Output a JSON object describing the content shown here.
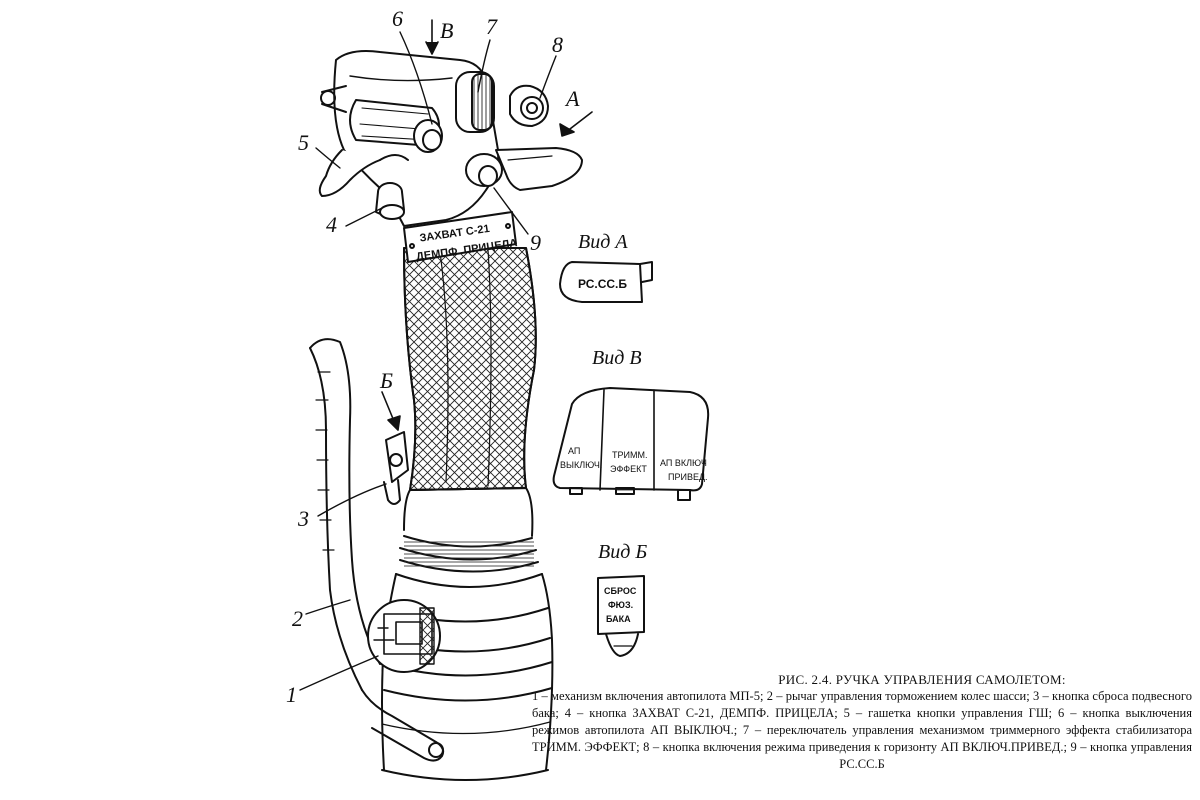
{
  "callouts": {
    "n1": "1",
    "n2": "2",
    "n3": "3",
    "n4": "4",
    "n5": "5",
    "n6": "6",
    "n7": "7",
    "n8": "8",
    "n9": "9",
    "arrowA": "А",
    "arrowB": "Б",
    "arrowV": "В"
  },
  "plate": {
    "line1": "ЗАХВАТ С-21",
    "line2": "ДЕМПФ. ПРИЦЕЛА"
  },
  "views": {
    "vidA": {
      "title": "Вид А",
      "label": "РС.СС.Б"
    },
    "vidV": {
      "title": "Вид В",
      "left": [
        "АП",
        "ВЫКЛЮЧ."
      ],
      "middle": [
        "ТРИММ.",
        "ЭФФЕКТ"
      ],
      "right": [
        "АП ВКЛЮЧ",
        "ПРИВЕД."
      ]
    },
    "vidB": {
      "title": "Вид Б",
      "label": [
        "СБРОС",
        "ФЮЗ.",
        "БАКА"
      ]
    }
  },
  "caption": {
    "title": "РИС. 2.4. РУЧКА УПРАВЛЕНИЯ САМОЛЕТОМ:",
    "text": "1 – механизм включения автопилота МП-5; 2 – рычаг управления торможением колес шасси; 3 – кнопка сброса подвесного бака; 4 – кнопка ЗАХВАТ С-21, ДЕМПФ. ПРИЦЕЛА; 5 – гашетка кнопки управления ГШ; 6 – кнопка выключения режимов автопилота АП ВЫКЛЮЧ.; 7 – переключатель управления механизмом триммерного эффекта стабилизатора ТРИММ. ЭФФЕКТ; 8 – кнопка включения режима приведения к горизонту АП ВКЛЮЧ.ПРИВЕД.; 9 – кнопка управления РС.СС.Б"
  }
}
